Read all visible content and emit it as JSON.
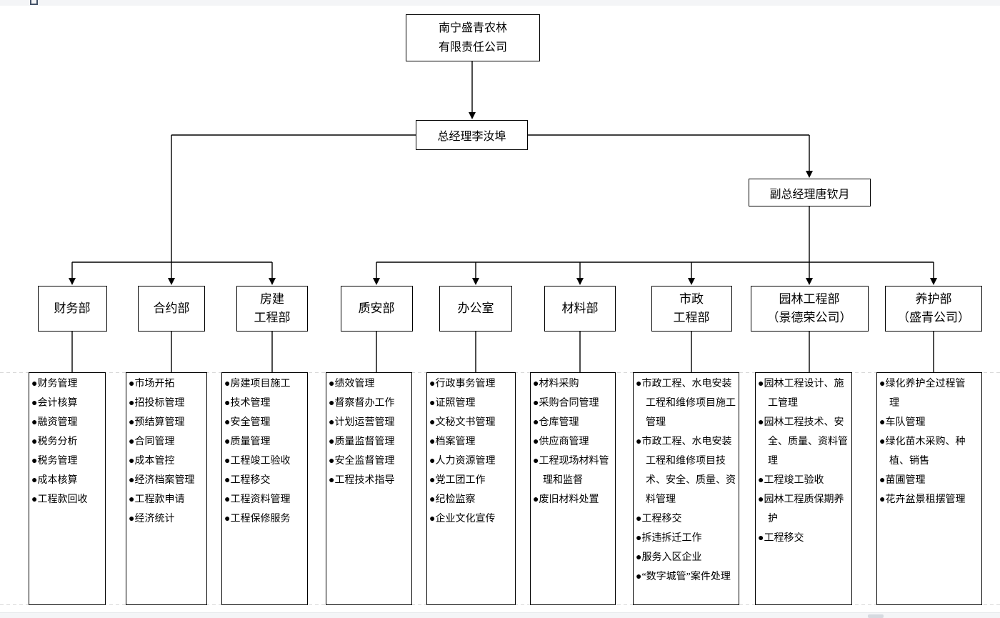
{
  "org_chart": {
    "company": {
      "line1": "南宁盛青农林",
      "line2": "有限责任公司"
    },
    "general_manager": "总经理李汝埠",
    "deputy_general_manager": "副总经理唐钦月",
    "bullet": "●",
    "departments": [
      {
        "name_lines": [
          "财务部"
        ],
        "duties": [
          "●财务管理",
          "●会计核算",
          "●融资管理",
          "●税务分析",
          "●税务管理",
          "●成本核算",
          "●工程款回收"
        ]
      },
      {
        "name_lines": [
          "合约部"
        ],
        "duties": [
          "●市场开拓",
          "●招投标管理",
          "●预结算管理",
          "●合同管理",
          "●成本管控",
          "●经济档案管理",
          "●工程款申请",
          "●经济统计"
        ]
      },
      {
        "name_lines": [
          "房建",
          "工程部"
        ],
        "duties": [
          "●房建项目施工",
          "●技术管理",
          "●安全管理",
          "●质量管理",
          "●工程竣工验收",
          "●工程移交",
          "●工程资料管理",
          "●工程保修服务"
        ]
      },
      {
        "name_lines": [
          "质安部"
        ],
        "duties": [
          "●绩效管理",
          "●督察督办工作",
          "●计划运营管理",
          "●质量监督管理",
          "●安全监督管理",
          "●工程技术指导"
        ]
      },
      {
        "name_lines": [
          "办公室"
        ],
        "duties": [
          "●行政事务管理",
          "●证照管理",
          "●文秘文书管理",
          "●档案管理",
          "●人力资源管理",
          "●党工团工作",
          "●纪检监察",
          "●企业文化宣传"
        ]
      },
      {
        "name_lines": [
          "材料部"
        ],
        "duties": [
          "●材料采购",
          "●采购合同管理",
          "●仓库管理",
          "●供应商管理",
          "●工程现场材料管理和监督",
          "●废旧材料处置"
        ]
      },
      {
        "name_lines": [
          "市政",
          "工程部"
        ],
        "duties": [
          "●市政工程、水电安装工程和维修项目施工管理",
          "●市政工程、水电安装工程和维修项目技术、安全、质量、资料管理",
          "●工程移交",
          "●拆违拆迁工作",
          "●服务入区企业",
          "●“数字城管”案件处理"
        ]
      },
      {
        "name_lines": [
          "园林工程部",
          "（景德荣公司）"
        ],
        "duties": [
          "●园林工程设计、施工管理",
          "●园林工程技术、安全、质量、资料管理",
          "●工程竣工验收",
          "●园林工程质保期养护",
          "●工程移交"
        ]
      },
      {
        "name_lines": [
          "养护部",
          "（盛青公司）"
        ],
        "duties": [
          "●绿化养护全过程管理",
          "●车队管理",
          "●绿化苗木采购、种植、销售",
          "●苗圃管理",
          "●花卉盆景租摆管理"
        ]
      }
    ]
  }
}
